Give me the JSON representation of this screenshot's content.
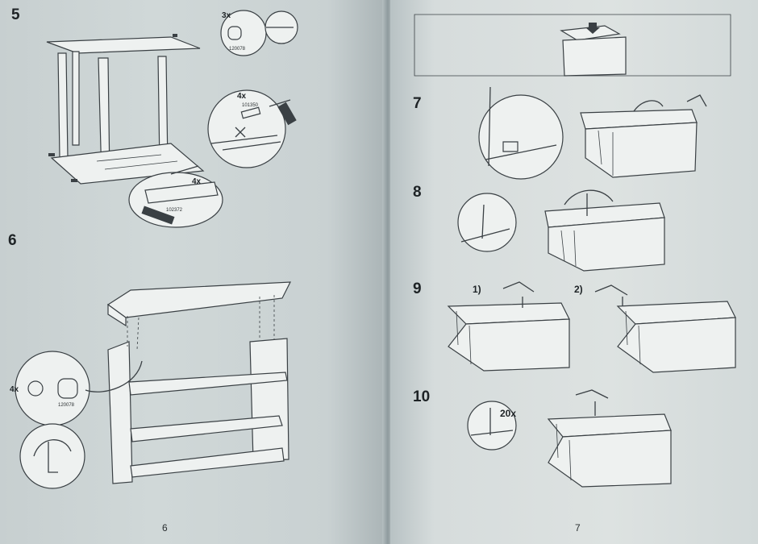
{
  "left_page": {
    "page_number": "6",
    "steps": [
      {
        "number": "5",
        "callouts": [
          {
            "quantity": "3x",
            "part_code": "120078"
          },
          {
            "quantity": "4x",
            "part_code": "101350"
          },
          {
            "quantity": "4x",
            "part_code": "102372"
          }
        ]
      },
      {
        "number": "6",
        "callouts": [
          {
            "quantity": "4x",
            "part_code": "120078"
          }
        ]
      }
    ]
  },
  "right_page": {
    "page_number": "7",
    "steps": [
      {
        "number": "7"
      },
      {
        "number": "8"
      },
      {
        "number": "9",
        "substeps": [
          "1)",
          "2)"
        ]
      },
      {
        "number": "10",
        "callouts": [
          {
            "quantity": "20x"
          }
        ]
      }
    ]
  },
  "colors": {
    "line": "#3a4044",
    "paper": "#d6dcdc",
    "background": "#9aa7aa"
  }
}
